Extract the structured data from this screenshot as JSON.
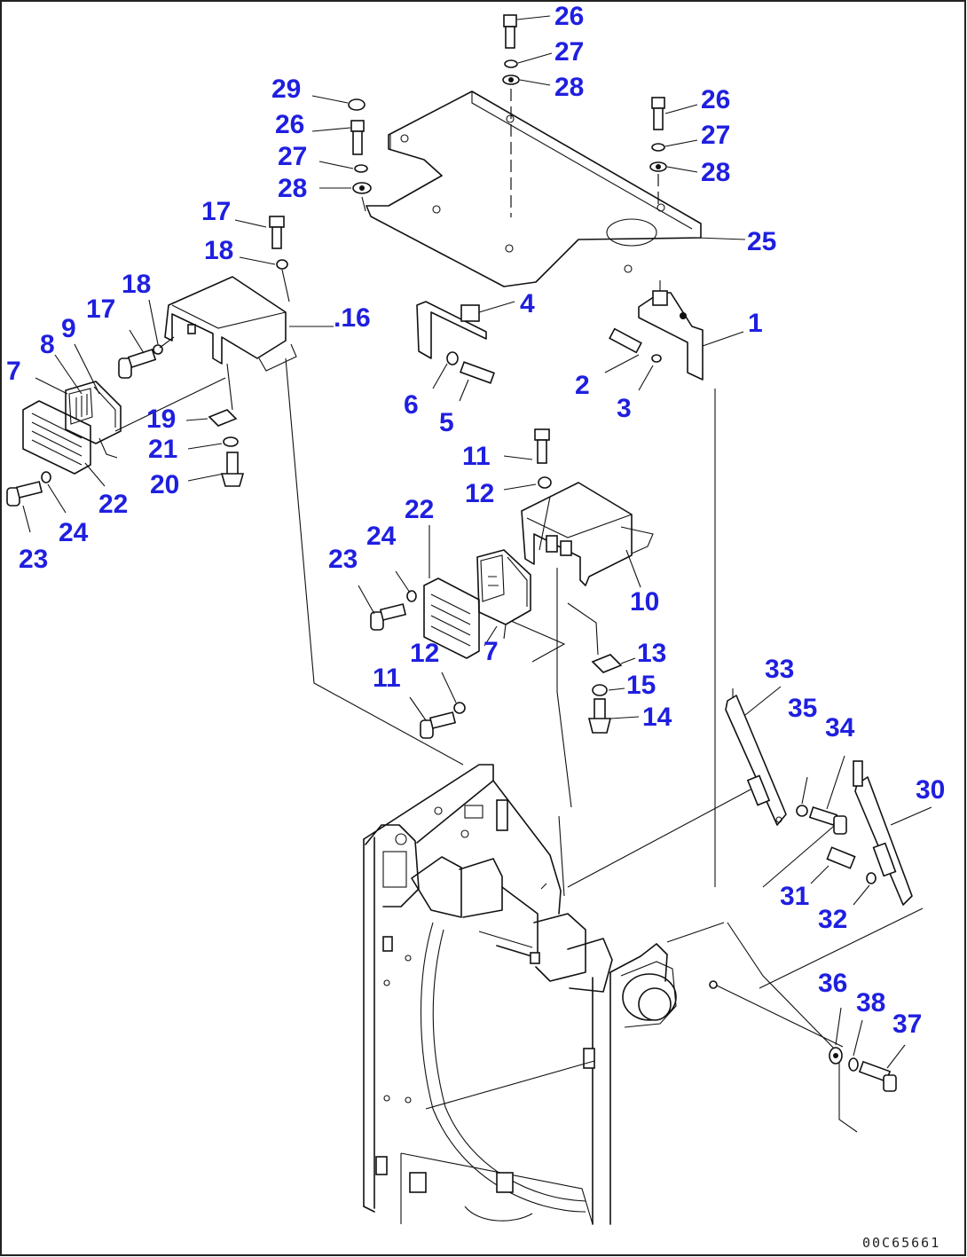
{
  "diagram": {
    "figure_code": "00C65661",
    "accent_color": "#1f1fe0",
    "line_color": "#111111",
    "callouts": [
      {
        "id": "c26a",
        "text": "26"
      },
      {
        "id": "c27a",
        "text": "27"
      },
      {
        "id": "c28a",
        "text": "28"
      },
      {
        "id": "c29",
        "text": "29"
      },
      {
        "id": "c26b",
        "text": "26"
      },
      {
        "id": "c27b",
        "text": "27"
      },
      {
        "id": "c28b",
        "text": "28"
      },
      {
        "id": "c26c",
        "text": "26"
      },
      {
        "id": "c27c",
        "text": "27"
      },
      {
        "id": "c28c",
        "text": "28"
      },
      {
        "id": "c25",
        "text": "25"
      },
      {
        "id": "c17a",
        "text": "17"
      },
      {
        "id": "c18a",
        "text": "18"
      },
      {
        "id": "c16",
        "text": ".16"
      },
      {
        "id": "c18b",
        "text": "18"
      },
      {
        "id": "c17b",
        "text": "17"
      },
      {
        "id": "c9",
        "text": "9"
      },
      {
        "id": "c8",
        "text": "8"
      },
      {
        "id": "c7a",
        "text": "7"
      },
      {
        "id": "c4",
        "text": "4"
      },
      {
        "id": "c1",
        "text": "1"
      },
      {
        "id": "c2",
        "text": "2"
      },
      {
        "id": "c3",
        "text": "3"
      },
      {
        "id": "c6",
        "text": "6"
      },
      {
        "id": "c5",
        "text": "5"
      },
      {
        "id": "c19",
        "text": "19"
      },
      {
        "id": "c21",
        "text": "21"
      },
      {
        "id": "c20",
        "text": "20"
      },
      {
        "id": "c22a",
        "text": "22"
      },
      {
        "id": "c24a",
        "text": "24"
      },
      {
        "id": "c23a",
        "text": "23"
      },
      {
        "id": "c11a",
        "text": "11"
      },
      {
        "id": "c12a",
        "text": "12"
      },
      {
        "id": "c22b",
        "text": "22"
      },
      {
        "id": "c24b",
        "text": "24"
      },
      {
        "id": "c23b",
        "text": "23"
      },
      {
        "id": "c10",
        "text": "10"
      },
      {
        "id": "c7b",
        "text": "7"
      },
      {
        "id": "c13",
        "text": "13"
      },
      {
        "id": "c12b",
        "text": "12"
      },
      {
        "id": "c11b",
        "text": "11"
      },
      {
        "id": "c15",
        "text": "15"
      },
      {
        "id": "c14",
        "text": "14"
      },
      {
        "id": "c33",
        "text": "33"
      },
      {
        "id": "c35",
        "text": "35"
      },
      {
        "id": "c34",
        "text": "34"
      },
      {
        "id": "c30",
        "text": "30"
      },
      {
        "id": "c31",
        "text": "31"
      },
      {
        "id": "c32",
        "text": "32"
      },
      {
        "id": "c36",
        "text": "36"
      },
      {
        "id": "c38",
        "text": "38"
      },
      {
        "id": "c37",
        "text": "37"
      }
    ]
  }
}
